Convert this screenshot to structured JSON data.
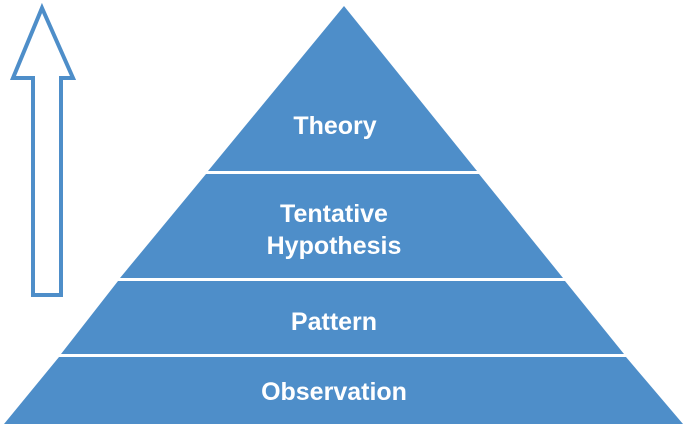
{
  "diagram": {
    "levels": [
      {
        "label": "Theory"
      },
      {
        "label_line1": "Tentative",
        "label_line2": "Hypothesis"
      },
      {
        "label": "Pattern"
      },
      {
        "label": "Observation"
      }
    ],
    "direction_arrow": "arrow-up-icon",
    "colors": {
      "tier_fill": "#4e8ec9",
      "tier_separator": "#ffffff",
      "arrow_stroke": "#4e8ec9",
      "arrow_fill": "#ffffff",
      "label_text": "#ffffff"
    }
  }
}
